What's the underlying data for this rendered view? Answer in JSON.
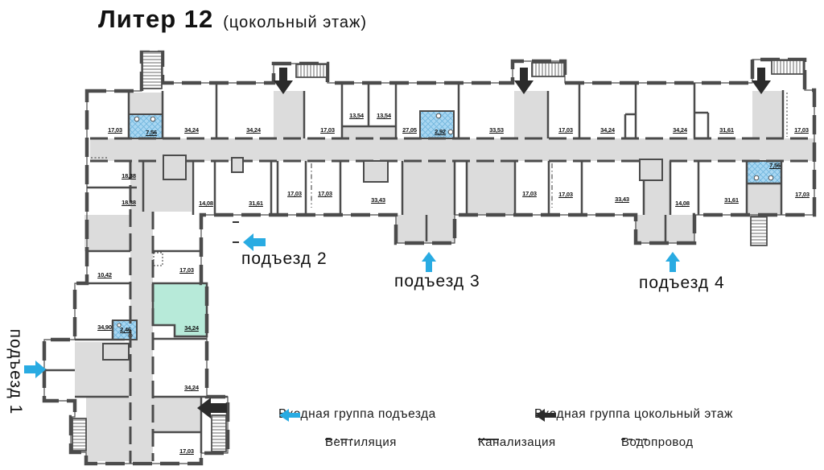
{
  "title": "Литер 12",
  "subtitle": "(цокольный этаж)",
  "entrances": {
    "e1": "подъезд 1",
    "e2": "подъезд 2",
    "e3": "подъезд 3",
    "e4": "подъезд 4"
  },
  "legend": {
    "entrance_group": "Входная группа подъезда",
    "entrance_basement": "Входная группа цокольный этаж",
    "ventilation": "Вентиляция",
    "sewerage": "Канализация",
    "water": "Водопровод"
  },
  "colors": {
    "accent_cyan": "#29abe2",
    "arrow_black": "#2b2b2b",
    "sanitary_blue": "#a9d7f2",
    "highlight_teal": "#b7ead9",
    "wall_gray": "#4b4b4b",
    "floor_gray": "#dcdcdc"
  },
  "rooms": {
    "top_row": [
      "17,03",
      "7,56",
      "34,24",
      "34,24",
      "17,03",
      "13,54",
      "13,54",
      "27,05",
      "2,92",
      "33,53",
      "17,03",
      "34,24",
      "34,24",
      "31,61",
      "17,03"
    ],
    "bottom_row": [
      "18,38",
      "18,38",
      "14,08",
      "31,61",
      "17,03",
      "17,03",
      "33,43",
      "17,03",
      "17,03",
      "33,43",
      "14,08",
      "31,61",
      "7,56",
      "17,03"
    ],
    "left_wing": [
      "10,42",
      "17,03",
      "34,90",
      "2,46",
      "34,24",
      "34,24",
      "17,03"
    ]
  }
}
